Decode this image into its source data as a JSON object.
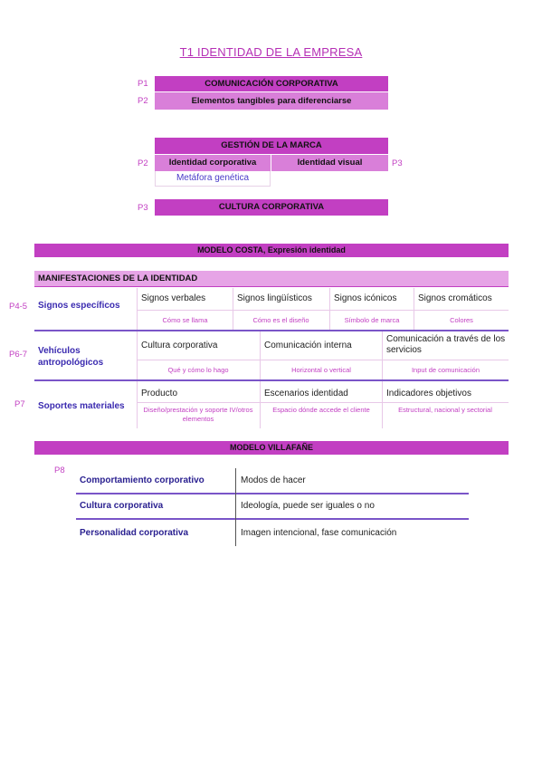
{
  "title": "T1 IDENTIDAD DE LA EMPRESA",
  "top_block": {
    "p1": "P1",
    "p2": "P2",
    "comunicacion": "COMUNICACIÓN CORPORATIVA",
    "elementos": "Elementos tangibles para diferenciarse"
  },
  "marca_block": {
    "header": "GESTIÓN DE LA MARCA",
    "p2": "P2",
    "p3": "P3",
    "identidad_corporativa": "Identidad corporativa",
    "identidad_visual": "Identidad visual",
    "metafora": "Metáfora genética"
  },
  "cultura_block": {
    "p3": "P3",
    "label": "CULTURA CORPORATIVA"
  },
  "costa": {
    "header": "MODELO COSTA, Expresión identidad",
    "manifestaciones": "MANIFESTACIONES DE LA IDENTIDAD",
    "rows": [
      {
        "p": "P4-5",
        "head": "Signos específicos",
        "cells": [
          {
            "main": "Signos verbales",
            "sub": "Cómo se llama"
          },
          {
            "main": "Signos lingüísticos",
            "sub": "Cómo es el diseño"
          },
          {
            "main": "Signos icónicos",
            "sub": "Símbolo de marca"
          },
          {
            "main": "Signos cromáticos",
            "sub": "Colores"
          }
        ]
      },
      {
        "p": "P6-7",
        "head": "Vehículos antropológicos",
        "cells": [
          {
            "main": "Cultura corporativa",
            "sub": "Qué y cómo lo hago"
          },
          {
            "main": "Comunicación interna",
            "sub": "Horizontal o vertical"
          },
          {
            "main": "Comunicación a través de los servicios",
            "sub": "Input de comunicación"
          }
        ]
      },
      {
        "p": "P7",
        "head": "Soportes materiales",
        "cells": [
          {
            "main": "Producto",
            "sub": "Diseño/prestación y soporte IV/otros elementos"
          },
          {
            "main": "Escenarios identidad",
            "sub": "Espacio dónde accede el cliente"
          },
          {
            "main": "Indicadores objetivos",
            "sub": "Estructural, nacional y sectorial"
          }
        ]
      }
    ]
  },
  "villafane": {
    "header": "MODELO VILLAFAÑE",
    "p": "P8",
    "rows": [
      {
        "left": "Comportamiento corporativo",
        "right": "Modos de hacer"
      },
      {
        "left": "Cultura corporativa",
        "right": "Ideología, puede ser iguales o no"
      },
      {
        "left": "Personalidad corporativa",
        "right": "Imagen intencional, fase comunicación"
      }
    ]
  }
}
